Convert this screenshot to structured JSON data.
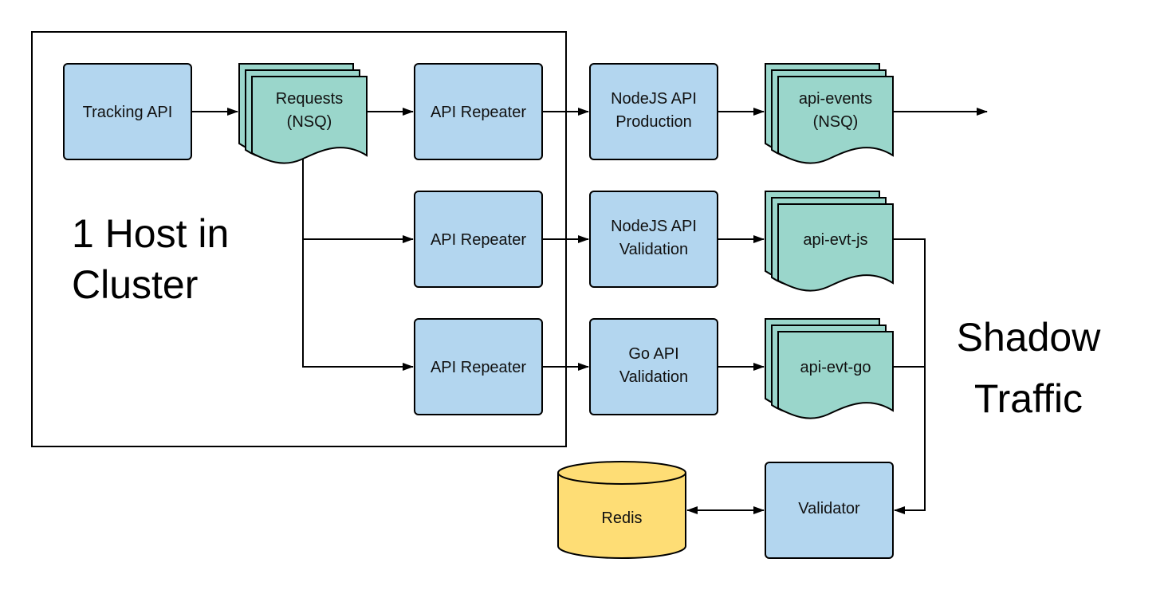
{
  "diagram": {
    "colors": {
      "service_fill": "#b3d6ef",
      "queue_fill": "#9ad6cb",
      "datastore_fill": "#fedd75",
      "stroke": "#000000"
    },
    "host_group": {
      "title_line1": "1 Host in",
      "title_line2": "Cluster"
    },
    "shadow_label": {
      "line1": "Shadow",
      "line2": "Traffic"
    },
    "nodes": {
      "tracking_api": {
        "type": "service",
        "lines": [
          "Tracking API"
        ]
      },
      "requests_nsq": {
        "type": "queue",
        "lines": [
          "Requests",
          "(NSQ)"
        ]
      },
      "repeater_1": {
        "type": "service",
        "lines": [
          "API Repeater"
        ]
      },
      "repeater_2": {
        "type": "service",
        "lines": [
          "API Repeater"
        ]
      },
      "repeater_3": {
        "type": "service",
        "lines": [
          "API Repeater"
        ]
      },
      "nodejs_production": {
        "type": "service",
        "lines": [
          "NodeJS API",
          "Production"
        ]
      },
      "nodejs_validation": {
        "type": "service",
        "lines": [
          "NodeJS API",
          "Validation"
        ]
      },
      "go_validation": {
        "type": "service",
        "lines": [
          "Go API",
          "Validation"
        ]
      },
      "api_events_nsq": {
        "type": "queue",
        "lines": [
          "api-events",
          "(NSQ)"
        ]
      },
      "api_evt_js": {
        "type": "queue",
        "lines": [
          "api-evt-js"
        ]
      },
      "api_evt_go": {
        "type": "queue",
        "lines": [
          "api-evt-go"
        ]
      },
      "validator": {
        "type": "service",
        "lines": [
          "Validator"
        ]
      },
      "redis": {
        "type": "datastore",
        "lines": [
          "Redis"
        ]
      }
    },
    "edges": [
      {
        "from": "tracking_api",
        "to": "requests_nsq",
        "arrow": "end"
      },
      {
        "from": "requests_nsq",
        "to": "repeater_1",
        "arrow": "end"
      },
      {
        "from": "requests_nsq",
        "to": "repeater_2",
        "arrow": "end"
      },
      {
        "from": "requests_nsq",
        "to": "repeater_3",
        "arrow": "end"
      },
      {
        "from": "repeater_1",
        "to": "nodejs_production",
        "arrow": "end"
      },
      {
        "from": "repeater_2",
        "to": "nodejs_validation",
        "arrow": "end"
      },
      {
        "from": "repeater_3",
        "to": "go_validation",
        "arrow": "end"
      },
      {
        "from": "nodejs_production",
        "to": "api_events_nsq",
        "arrow": "end"
      },
      {
        "from": "nodejs_validation",
        "to": "api_evt_js",
        "arrow": "end"
      },
      {
        "from": "go_validation",
        "to": "api_evt_go",
        "arrow": "end"
      },
      {
        "from": "api_events_nsq",
        "to": "downstream",
        "arrow": "end"
      },
      {
        "from": "api_evt_js",
        "to": "validator",
        "arrow": "end"
      },
      {
        "from": "api_evt_go",
        "to": "validator",
        "arrow": "end"
      },
      {
        "from": "redis",
        "to": "validator",
        "arrow": "both"
      }
    ]
  }
}
